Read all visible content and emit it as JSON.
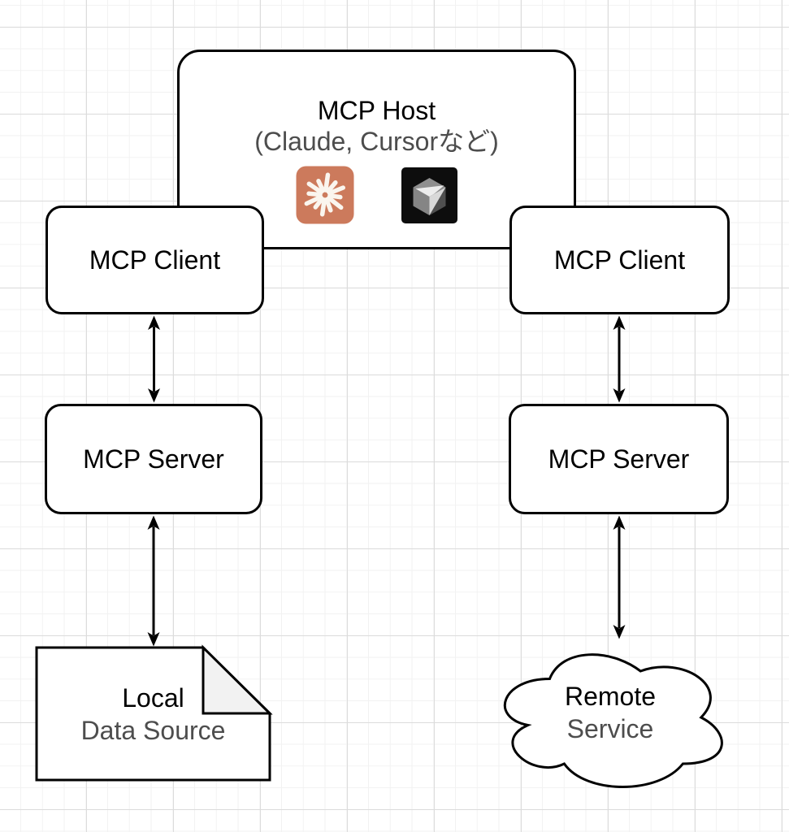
{
  "host": {
    "title": "MCP Host",
    "subtitle": "(Claude, Cursorなど)",
    "icons": [
      {
        "name": "claude-logo",
        "brand_color": "#CC7A5C"
      },
      {
        "name": "cursor-logo",
        "brand_color": "#0D0D0D"
      }
    ]
  },
  "nodes": {
    "client_left": {
      "label": "MCP Client",
      "shape": "rounded-rectangle"
    },
    "client_right": {
      "label": "MCP Client",
      "shape": "rounded-rectangle"
    },
    "server_left": {
      "label": "MCP Server",
      "shape": "rounded-rectangle"
    },
    "server_right": {
      "label": "MCP Server",
      "shape": "rounded-rectangle"
    },
    "local_data_source": {
      "line1": "Local",
      "line2": "Data Source",
      "shape": "note"
    },
    "remote_service": {
      "line1": "Remote",
      "line2": "Service",
      "shape": "cloud"
    }
  },
  "edges": [
    {
      "from": "mcp-client-left",
      "to": "mcp-server-left",
      "type": "double-headed-arrow"
    },
    {
      "from": "mcp-client-right",
      "to": "mcp-server-right",
      "type": "double-headed-arrow"
    },
    {
      "from": "mcp-server-left",
      "to": "local-data-source",
      "type": "double-headed-arrow"
    },
    {
      "from": "mcp-server-right",
      "to": "remote-service",
      "type": "double-headed-arrow"
    }
  ],
  "colors": {
    "stroke": "#000000",
    "primary_text": "#000000",
    "secondary_text": "#4d4d4d",
    "note_fold": "#f2f2f2",
    "grid_minor": "#f2f2f2",
    "grid_major": "#dcdcdc",
    "background": "#ffffff"
  }
}
